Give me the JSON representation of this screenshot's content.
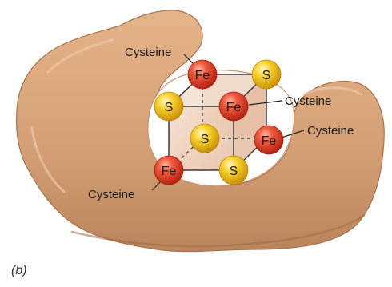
{
  "panel_label": "(b)",
  "atoms": {
    "fe": "Fe",
    "s": "S"
  },
  "cysteine_labels": [
    "Cysteine",
    "Cysteine",
    "Cysteine",
    "Cysteine"
  ],
  "colors": {
    "protein": "#d9a57a",
    "protein_shadow": "#b27d56",
    "cavity": "#ffffff",
    "cube_face": "#e9c4a9",
    "iron": "#e8402b",
    "sulfur": "#f3c318",
    "bond": "#3a3a3a"
  }
}
